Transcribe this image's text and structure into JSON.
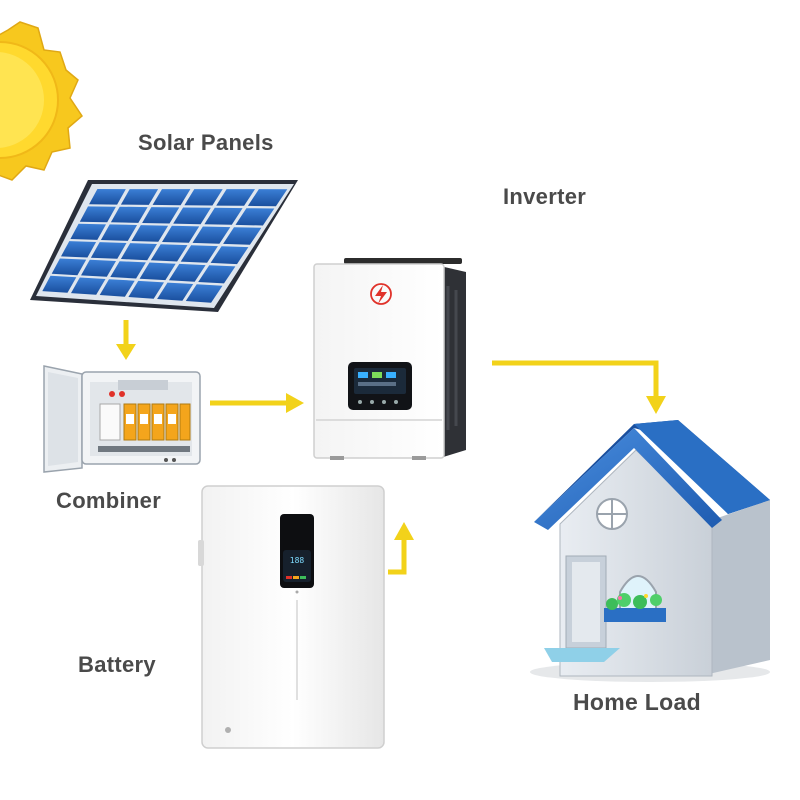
{
  "labels": {
    "solar_panels": "Solar Panels",
    "inverter": "Inverter",
    "combiner": "Combiner",
    "battery": "Battery",
    "home_load": "Home Load"
  },
  "battery_display": {
    "readout": "188"
  },
  "colors": {
    "arrow": "#f2d21a",
    "sun": "#f7c81e",
    "panel_cell": "#1f5fb8",
    "roof": "#2a6fc4",
    "label_text": "#4a4a4a",
    "accent_red": "#e0322a"
  },
  "icons": {
    "sun": "sun-icon",
    "inverter_logo": "lightning-bolt-icon"
  }
}
